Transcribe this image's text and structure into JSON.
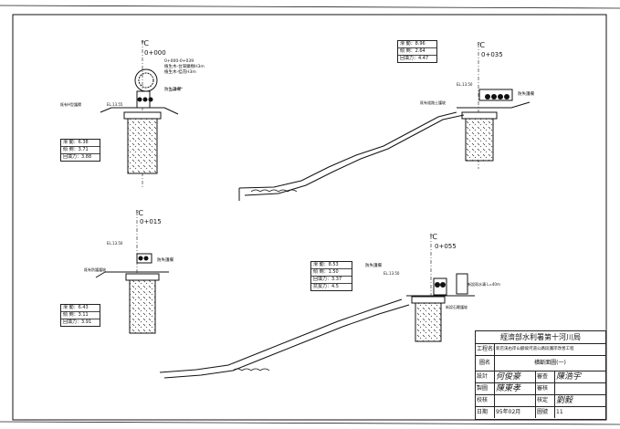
{
  "sections": {
    "a": {
      "station": "0+000",
      "cl": "℃",
      "note1": "0+000-0+039",
      "note2": "植生木-台灣欒樹H3m",
      "note3": "植生木-桂花H3m",
      "label": "防失護欄",
      "elev": "EL.13.55",
      "left_label": "既有H型護欄",
      "stats": [
        "滑 動：6.38",
        "傾 倒：3.71",
        "回填力：3.88"
      ]
    },
    "b": {
      "station": "0+035",
      "cl": "℃",
      "label": "防失護欄",
      "elev": "EL.13.50",
      "left_label": "既有道路土護坡",
      "stats": [
        "滑 動：8.96",
        "傾 倒：2.64",
        "回填力：4.47"
      ]
    },
    "c": {
      "station": "0+015",
      "cl": "℃",
      "label": "防失護欄",
      "elev": "EL.13.50",
      "left_label": "既有防護護坡",
      "stats": [
        "滑 動：6.43",
        "傾 倒：3.11",
        "回填力：3.91"
      ]
    },
    "d": {
      "station": "0+055",
      "cl": "℃",
      "label": "防失護欄",
      "elev": "EL.13.50",
      "right_label": "新設雨水溝 L=40m",
      "right_label2": "新設石籠護坡",
      "stats": [
        "滑 動：8.53",
        "傾 倒：1.50",
        "回填力：3.37",
        "抗拔力：4.5"
      ]
    }
  },
  "titleblock": {
    "org": "經濟部水利署第十河川局",
    "project_label": "工程名稱",
    "project": "新店溪右岸山腳坡河道公路段護岸改善工程",
    "drawing_label": "圖名",
    "drawing": "橫斷面圖(一)",
    "design_label": "設計",
    "design_sig": "何俊豪",
    "approve_label": "審查",
    "approve_sig": "陳浩宇",
    "draw_label": "製圖",
    "draw_sig": "陳東孝",
    "review_label": "審核",
    "check_label": "校核",
    "check2_label": "核定",
    "check2_sig": "劉毅",
    "date_label": "日期",
    "date": "95年02月",
    "sheet_label": "圖號",
    "sheet": "11"
  }
}
